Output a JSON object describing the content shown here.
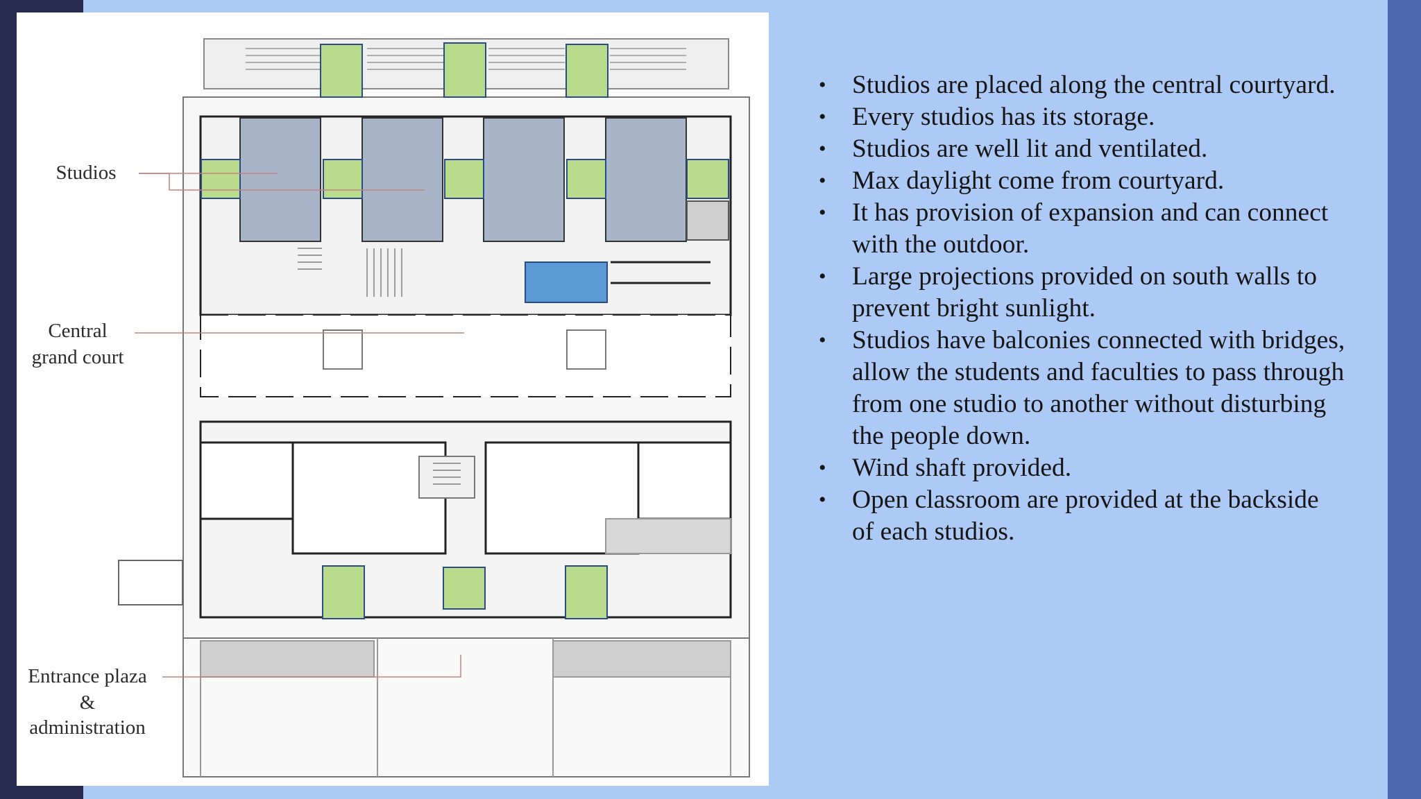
{
  "plan": {
    "labels": {
      "studios": "Studios",
      "central_1": "Central",
      "central_2": "grand court",
      "entrance_1": "Entrance plaza",
      "entrance_2": "&",
      "entrance_3": "administration"
    },
    "colors": {
      "studio": "#a8b4c8",
      "storage": "#b8dc8c",
      "water": "#5b9bd5",
      "line": "#1a1a1a"
    }
  },
  "bullets": [
    "Studios are placed along the central courtyard.",
    "Every studios has its storage.",
    "Studios are well lit and ventilated.",
    "Max daylight come from courtyard.",
    "It has provision of expansion and can connect with the outdoor.",
    "Large projections provided on south walls to prevent bright sunlight.",
    "Studios have balconies connected with bridges, allow the students and faculties to pass through from one studio to another without disturbing the people down.",
    "Wind shaft provided.",
    "Open classroom are provided at the backside of each studios."
  ],
  "bullet_glyph": "•"
}
